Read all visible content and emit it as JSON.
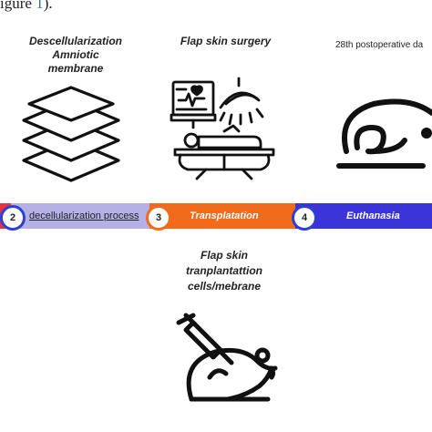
{
  "caption": {
    "prefix": "igure ",
    "ref": "1",
    "suffix": ")."
  },
  "headings": {
    "decell_line1": "Descellularization",
    "decell_line2": "Amniotic",
    "decell_line3": "membrane",
    "flap_surgery": "Flap skin surgery",
    "postop": "28th postoperative da",
    "transplant_line1": "Flap skin",
    "transplant_line2": "tranplantattion",
    "transplant_line3": "cells/mebrane"
  },
  "timeline": {
    "steps": [
      {
        "number": "2",
        "label": "decellularization process",
        "color": "#b5b0e6",
        "ring": "#2e3fd4"
      },
      {
        "number": "3",
        "label": "Transplatation",
        "color": "#f26a1b",
        "ring": "#f26a1b"
      },
      {
        "number": "4",
        "label": "Euthanasia",
        "color": "#3b35d9",
        "ring": "#2e3fd4"
      }
    ],
    "start_color": "#e8323c"
  },
  "icons": {
    "membrane": "stacked-layers-icon",
    "surgery": "surgery-table-icon",
    "rat": "rat-icon",
    "injection": "syringe-rat-icon"
  }
}
